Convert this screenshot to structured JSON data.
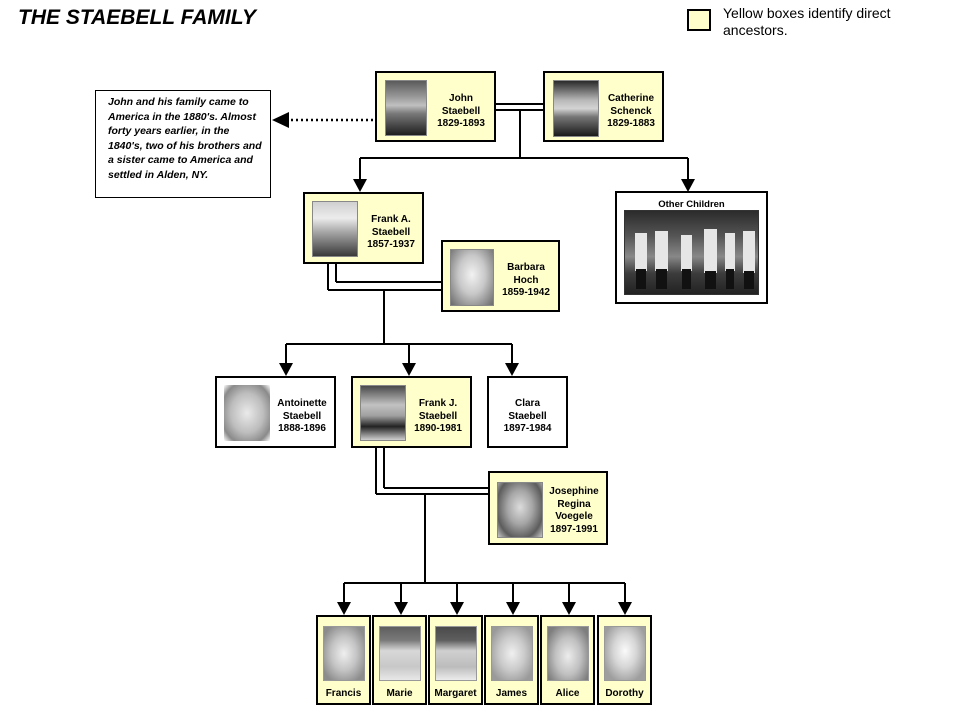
{
  "title": "THE STAEBELL FAMILY",
  "legend": {
    "text": "Yellow boxes identify direct ancestors.",
    "color": "#ffffcc"
  },
  "note": "John and his family came to America in the 1880's. Almost forty years earlier, in the 1840's, two of his brothers and a sister came to America and settled in Alden, NY.",
  "people": {
    "john": {
      "lines": [
        "John",
        "Staebell",
        "1829-1893"
      ]
    },
    "catherine": {
      "lines": [
        "Catherine",
        "Schenck",
        "1829-1883"
      ]
    },
    "frank_a": {
      "lines": [
        "Frank A.",
        "Staebell",
        "1857-1937"
      ]
    },
    "barbara": {
      "lines": [
        "Barbara",
        "Hoch",
        "1859-1942"
      ]
    },
    "antoinette": {
      "lines": [
        "Antoinette",
        "Staebell",
        "1888-1896"
      ]
    },
    "frank_j": {
      "lines": [
        "Frank J.",
        "Staebell",
        "1890-1981"
      ]
    },
    "clara": {
      "lines": [
        "Clara",
        "Staebell",
        "1897-1984"
      ]
    },
    "josephine": {
      "lines": [
        "Josephine",
        "Regina",
        "Voegele",
        "1897-1991"
      ]
    }
  },
  "other_children": "Other Children",
  "children": [
    "Francis",
    "Marie",
    "Margaret",
    "James",
    "Alice",
    "Dorothy"
  ]
}
